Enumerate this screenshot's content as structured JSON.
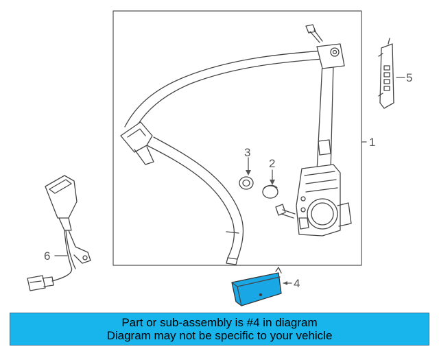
{
  "diagram": {
    "callouts": {
      "part_1": "1",
      "part_2": "2",
      "part_3": "3",
      "part_4": "4",
      "part_5": "5",
      "part_6": "6"
    },
    "highlighted_part": "4"
  },
  "banner": {
    "line1": "Part or sub-assembly is #4 in diagram",
    "line2": "Diagram may not be specific to your vehicle"
  },
  "colors": {
    "banner_bg": "#18b4ec",
    "highlight_fill": "#1aa7e6",
    "line": "#444444",
    "callout_text": "#555555"
  }
}
